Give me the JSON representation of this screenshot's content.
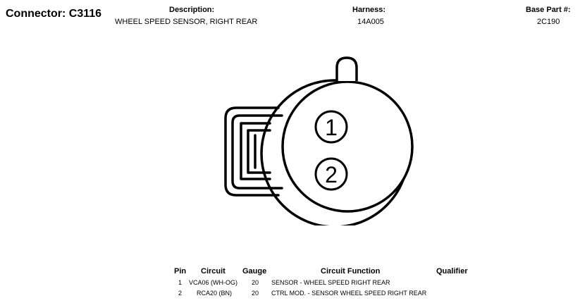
{
  "connector": {
    "title": "Connector: C3116",
    "description_label": "Description:",
    "description": "WHEEL SPEED SENSOR, RIGHT REAR",
    "harness_label": "Harness:",
    "harness": "14A005",
    "base_part_label": "Base Part #:",
    "base_part": "2C190"
  },
  "diagram": {
    "pins": [
      "1",
      "2"
    ]
  },
  "table": {
    "headers": {
      "pin": "Pin",
      "circuit": "Circuit",
      "gauge": "Gauge",
      "function": "Circuit Function",
      "qualifier": "Qualifier"
    },
    "rows": [
      {
        "pin": "1",
        "circuit": "VCA06 (WH-OG)",
        "gauge": "20",
        "function": "SENSOR - WHEEL SPEED RIGHT REAR",
        "qualifier": ""
      },
      {
        "pin": "2",
        "circuit": "RCA20 (BN)",
        "gauge": "20",
        "function": "CTRL MOD. - SENSOR WHEEL SPEED RIGHT REAR",
        "qualifier": ""
      }
    ]
  }
}
